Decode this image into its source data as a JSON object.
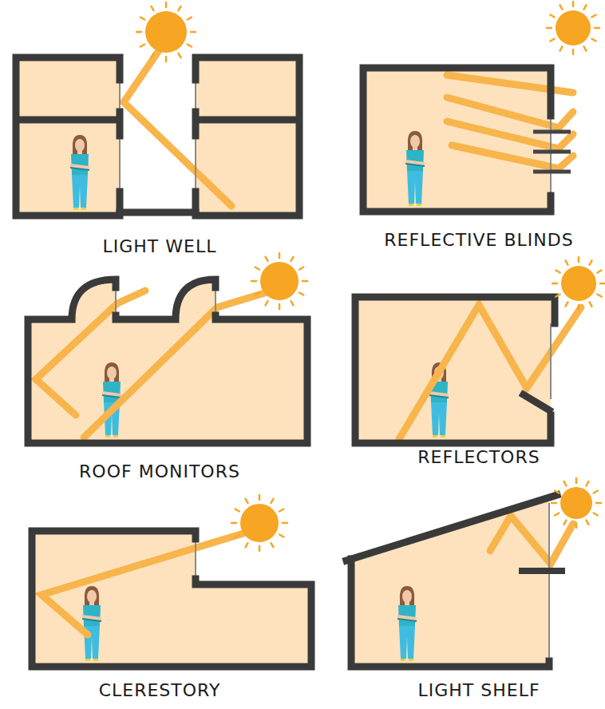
{
  "diagram": {
    "labels": [
      "LIGHT WELL",
      "REFLECTIVE BLINDS",
      "ROOF MONITORS",
      "REFLECTORS",
      "CLERESTORY",
      "LIGHT SHELF"
    ]
  }
}
